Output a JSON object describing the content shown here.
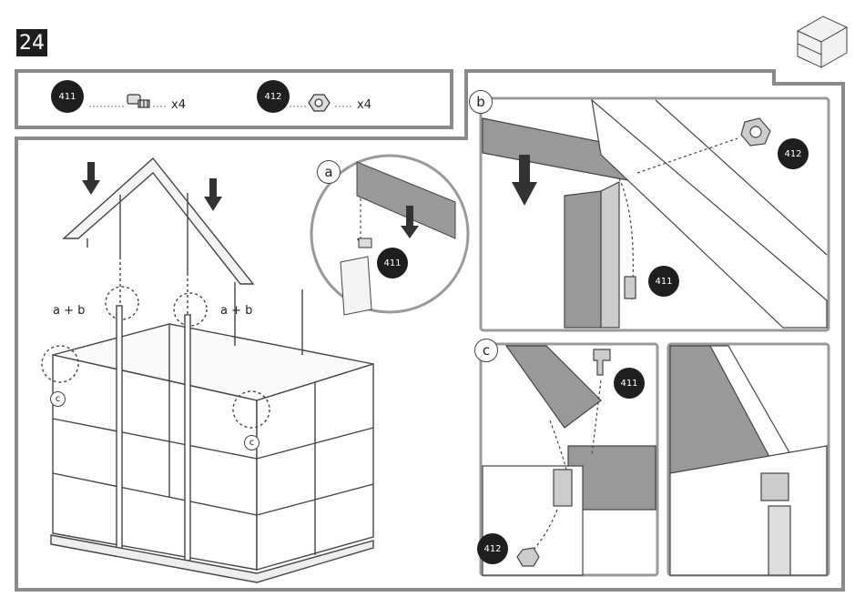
{
  "step": "24",
  "parts": [
    {
      "code": "411",
      "qty": "x4",
      "icon": "bolt-icon"
    },
    {
      "code": "412",
      "qty": "x4",
      "icon": "nut-icon"
    }
  ],
  "detail_labels": {
    "a": "a",
    "b": "b",
    "c": "c"
  },
  "callouts": {
    "ab_left": "a + b",
    "ab_right": "a + b"
  },
  "badges": {
    "detail_a_bolt": "411",
    "detail_b_nut": "412",
    "detail_b_bolt": "411",
    "detail_c_bolt": "411",
    "detail_c_nut": "412"
  }
}
